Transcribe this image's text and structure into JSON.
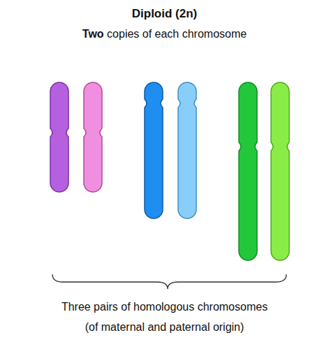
{
  "diagram": {
    "title": "Diploid (2n)",
    "caption": "Three pairs of homologous chromosomes (of maternal and paternal origin)",
    "labels": [
      "Two",
      "copies of each chromosome"
    ]
  }
}
